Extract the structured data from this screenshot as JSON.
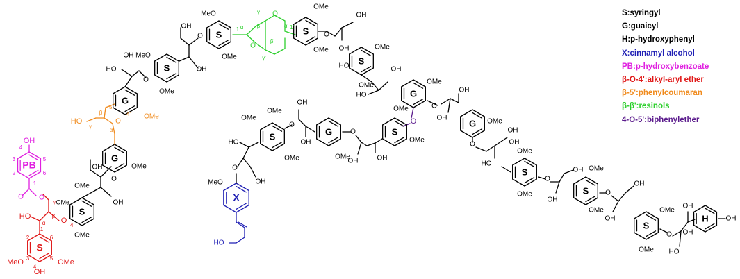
{
  "legend": [
    {
      "key": "S",
      "label": "syringyl",
      "color": "#000000"
    },
    {
      "key": "G",
      "label": "guaicyl",
      "color": "#000000"
    },
    {
      "key": "H",
      "label": "p-hydroxyphenyl",
      "color": "#000000"
    },
    {
      "key": "X",
      "label": "cinnamyl alcohol",
      "color": "#1f1fb4"
    },
    {
      "key": "PB",
      "label": "p-hydroxybenzoate",
      "color": "#e020e0"
    },
    {
      "key": "β-O-4'",
      "label": "alkyl-aryl ether",
      "color": "#e01818"
    },
    {
      "key": "β-5'",
      "label": "phenylcoumaran",
      "color": "#f08a1c"
    },
    {
      "key": "β-β'",
      "label": "resinols",
      "color": "#2ccf2c"
    },
    {
      "key": "4-O-5'",
      "label": "biphenylether",
      "color": "#5a1a8c"
    }
  ],
  "groups": {
    "ome": "OMe",
    "meo": "MeO",
    "oh": "OH",
    "ho": "HO",
    "o": "O"
  },
  "positions": {
    "alpha": "α",
    "beta": "β",
    "gamma": "γ",
    "alpha_p": "α'",
    "beta_p": "β'",
    "gamma_p": "γ'",
    "n1": "1",
    "n2": "2",
    "n3": "3",
    "n4": "4",
    "n5": "5",
    "n6": "6",
    "n1p": "1'",
    "n4p": "4'",
    "n5p": "5'"
  },
  "rings": {
    "S": "S",
    "G": "G",
    "H": "H",
    "X": "X",
    "PB": "PB"
  },
  "colors": {
    "black": "#000000",
    "pb": "#e020e0",
    "bo4": "#e01818",
    "b5": "#f08a1c",
    "bb": "#2ccf2c",
    "o5": "#5a1a8c",
    "x": "#1f1fb4"
  }
}
